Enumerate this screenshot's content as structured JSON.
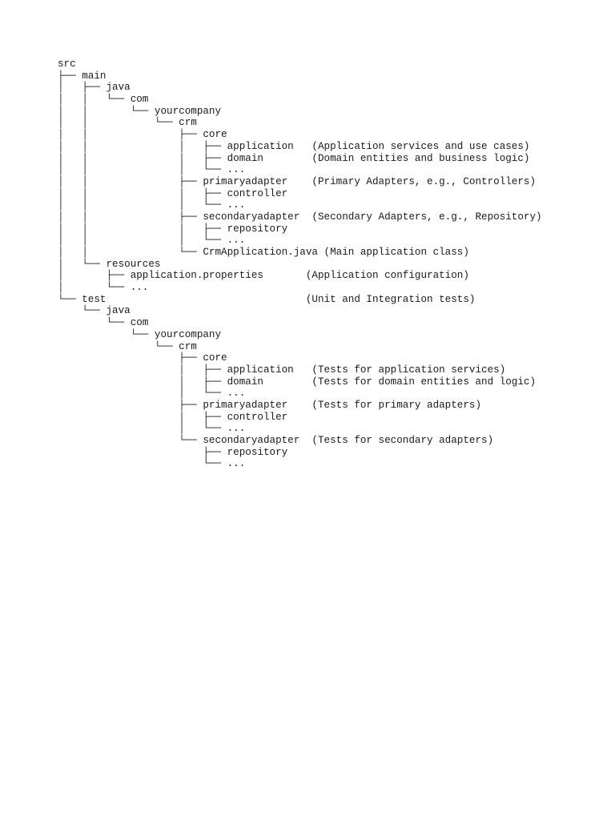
{
  "document": {
    "lines": [
      "src",
      "├── main",
      "│   ├── java",
      "│   │   └── com",
      "│   │       └── yourcompany",
      "│   │           └── crm",
      "│   │               ├── core",
      "│   │               │   ├── application   (Application services and use cases)",
      "│   │               │   ├── domain        (Domain entities and business logic)",
      "│   │               │   └── ...",
      "│   │               ├── primaryadapter    (Primary Adapters, e.g., Controllers)",
      "│   │               │   ├── controller",
      "│   │               │   └── ...",
      "│   │               ├── secondaryadapter  (Secondary Adapters, e.g., Repository)",
      "│   │               │   ├── repository",
      "│   │               │   └── ...",
      "│   │               └── CrmApplication.java (Main application class)",
      "│   └── resources",
      "│       ├── application.properties       (Application configuration)",
      "│       └── ...",
      "└── test                                 (Unit and Integration tests)",
      "    └── java",
      "        └── com",
      "            └── yourcompany",
      "                └── crm",
      "                    ├── core",
      "                    │   ├── application   (Tests for application services)",
      "                    │   ├── domain        (Tests for domain entities and logic)",
      "                    │   └── ...",
      "                    ├── primaryadapter    (Tests for primary adapters)",
      "                    │   ├── controller",
      "                    │   └── ...",
      "                    └── secondaryadapter  (Tests for secondary adapters)",
      "                        ├── repository",
      "                        └── ..."
    ]
  }
}
